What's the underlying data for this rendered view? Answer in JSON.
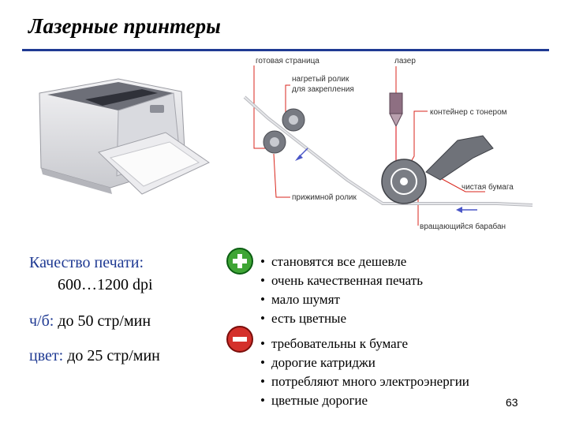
{
  "slide": {
    "title": "Лазерные принтеры",
    "page_number": "63"
  },
  "diagram": {
    "labels": {
      "ready_page": "готовая страница",
      "laser": "лазер",
      "heated_roller_1": "нагретый ролик",
      "heated_roller_2": "для закрепления",
      "toner_container": "контейнер с тонером",
      "clean_paper": "чистая бумага",
      "pressure_roller": "прижимной ролик",
      "rotating_drum": "вращающийся барабан"
    }
  },
  "specs": {
    "quality_label": "Качество печати:",
    "quality_value": "600…1200 dpi",
    "bw_label": "ч/б:",
    "bw_value": "до 50 стр/мин",
    "color_label": "цвет:",
    "color_value": "до 25 стр/мин"
  },
  "pros": [
    "становятся все дешевле",
    "очень качественная печать",
    "мало шумят",
    "есть цветные"
  ],
  "cons": [
    "требовательны к бумаге",
    "дорогие катриджи",
    "потребляют много электроэнергии",
    "цветные дорогие"
  ]
}
